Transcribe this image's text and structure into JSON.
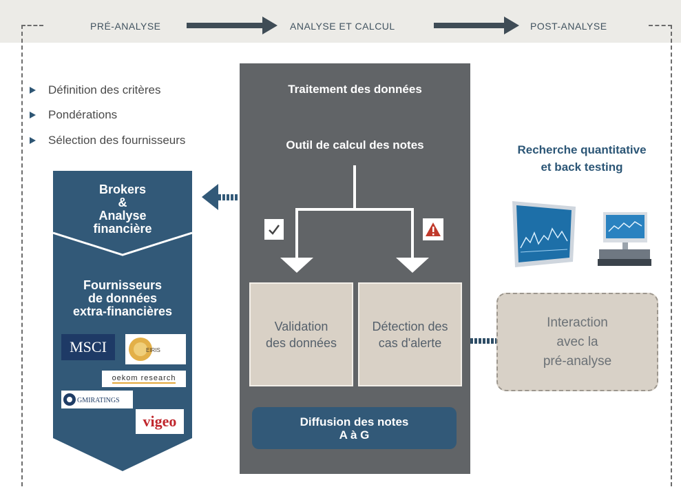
{
  "phases": {
    "pre": "PRÉ-ANALYSE",
    "analyse": "ANALYSE ET CALCUL",
    "post": "POST-ANALYSE"
  },
  "criteria": [
    "Définition des critères",
    "Pondérations",
    "Sélection des fournisseurs"
  ],
  "central": {
    "title": "Traitement des données",
    "tool": "Outil de calcul des notes",
    "validation": [
      "Validation",
      "des données"
    ],
    "detection": [
      "Détection des",
      "cas d'alerte"
    ],
    "diffusion": [
      "Diffusion des notes",
      "A à G"
    ]
  },
  "left_column": {
    "brokers": [
      "Brokers",
      "&",
      "Analyse",
      "financière"
    ],
    "providers": [
      "Fournisseurs",
      "de données",
      "extra-financières"
    ]
  },
  "logos": {
    "msci": "MSCI",
    "eiris": "EIRIS",
    "oekom": "oekom research",
    "gmi": "GMIRATINGS",
    "vigeo": "vigeo"
  },
  "right": {
    "research": [
      "Recherche quantitative",
      "et back testing"
    ],
    "interaction": [
      "Interaction",
      "avec la",
      "pré-analyse"
    ]
  },
  "colors": {
    "navy": "#325978",
    "dark_gray": "#616467",
    "beige": "#d9d1c6",
    "alert_red": "#c0392b"
  }
}
